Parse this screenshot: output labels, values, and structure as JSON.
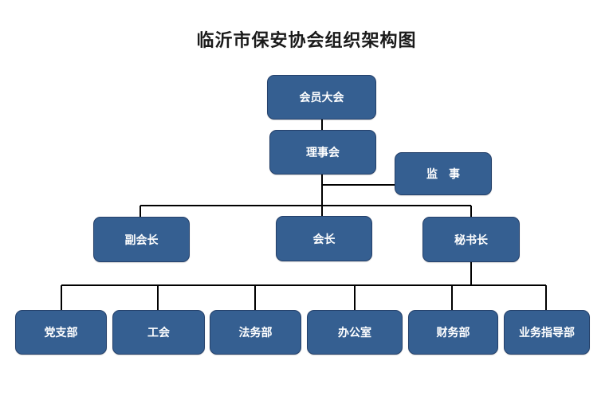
{
  "title": "临沂市保安协会组织架构图",
  "nodes": {
    "assembly": "会员大会",
    "council": "理事会",
    "supervisor": "监　事",
    "vice_president": "副会长",
    "president": "会长",
    "secretary_general": "秘书长",
    "dept_party": "党支部",
    "dept_union": "工会",
    "dept_legal": "法务部",
    "dept_office": "办公室",
    "dept_finance": "财务部",
    "dept_guidance": "业务指导部"
  },
  "colors": {
    "node_fill": "#355f91",
    "node_border": "#24406a",
    "line": "#000000"
  }
}
